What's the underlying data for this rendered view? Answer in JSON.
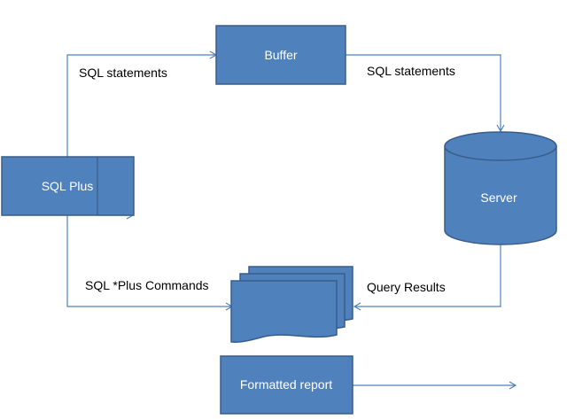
{
  "nodes": {
    "sql_plus": "SQL Plus",
    "buffer": "Buffer",
    "server": "Server",
    "formatted_report": "Formatted report"
  },
  "edges": {
    "sqlplus_to_buffer": "SQL statements",
    "buffer_to_server": "SQL statements",
    "sqlplus_to_documents": "SQL *Plus Commands",
    "server_to_documents": "Query Results"
  },
  "colors": {
    "shape_fill": "#4f81bd",
    "shape_stroke": "#385d8a",
    "connector": "#4f81bd"
  }
}
